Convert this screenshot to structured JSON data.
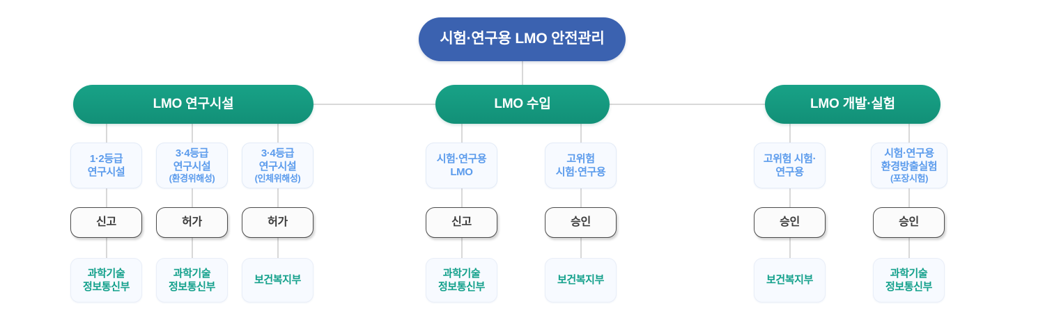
{
  "diagram": {
    "title": "시험·연구용 LMO 안전관리",
    "colors": {
      "root": "#3b62b0",
      "category": "#1aa184",
      "subject_text": "#5b9bec",
      "action_text": "#3a3a3a",
      "ministry_text": "#13a08b",
      "connector": "#d8d8d8",
      "background": "#ffffff"
    },
    "root": {
      "label": "시험·연구용 LMO 안전관리"
    },
    "categories": [
      {
        "label": "LMO 연구시설"
      },
      {
        "label": "LMO 수입"
      },
      {
        "label": "LMO 개발·실험"
      }
    ],
    "branches": [
      {
        "category": "LMO 연구시설",
        "items": [
          {
            "subject": "1·2등급\n연구시설",
            "subject_note": "",
            "action": "신고",
            "ministry": "과학기술\n정보통신부"
          },
          {
            "subject": "3·4등급\n연구시설",
            "subject_note": "(환경위해성)",
            "action": "허가",
            "ministry": "과학기술\n정보통신부"
          },
          {
            "subject": "3·4등급\n연구시설",
            "subject_note": "(인체위해성)",
            "action": "허가",
            "ministry": "보건복지부"
          }
        ]
      },
      {
        "category": "LMO 수입",
        "items": [
          {
            "subject": "시험·연구용\nLMO",
            "subject_note": "",
            "action": "신고",
            "ministry": "과학기술\n정보통신부"
          },
          {
            "subject": "고위험\n시험·연구용",
            "subject_note": "",
            "action": "승인",
            "ministry": "보건복지부"
          }
        ]
      },
      {
        "category": "LMO 개발·실험",
        "items": [
          {
            "subject": "고위험 시험·\n연구용",
            "subject_note": "",
            "action": "승인",
            "ministry": "보건복지부"
          },
          {
            "subject": "시험·연구용\n환경방출실험",
            "subject_note": "(포장시험)",
            "action": "승인",
            "ministry": "과학기술\n정보통신부"
          }
        ]
      }
    ]
  }
}
